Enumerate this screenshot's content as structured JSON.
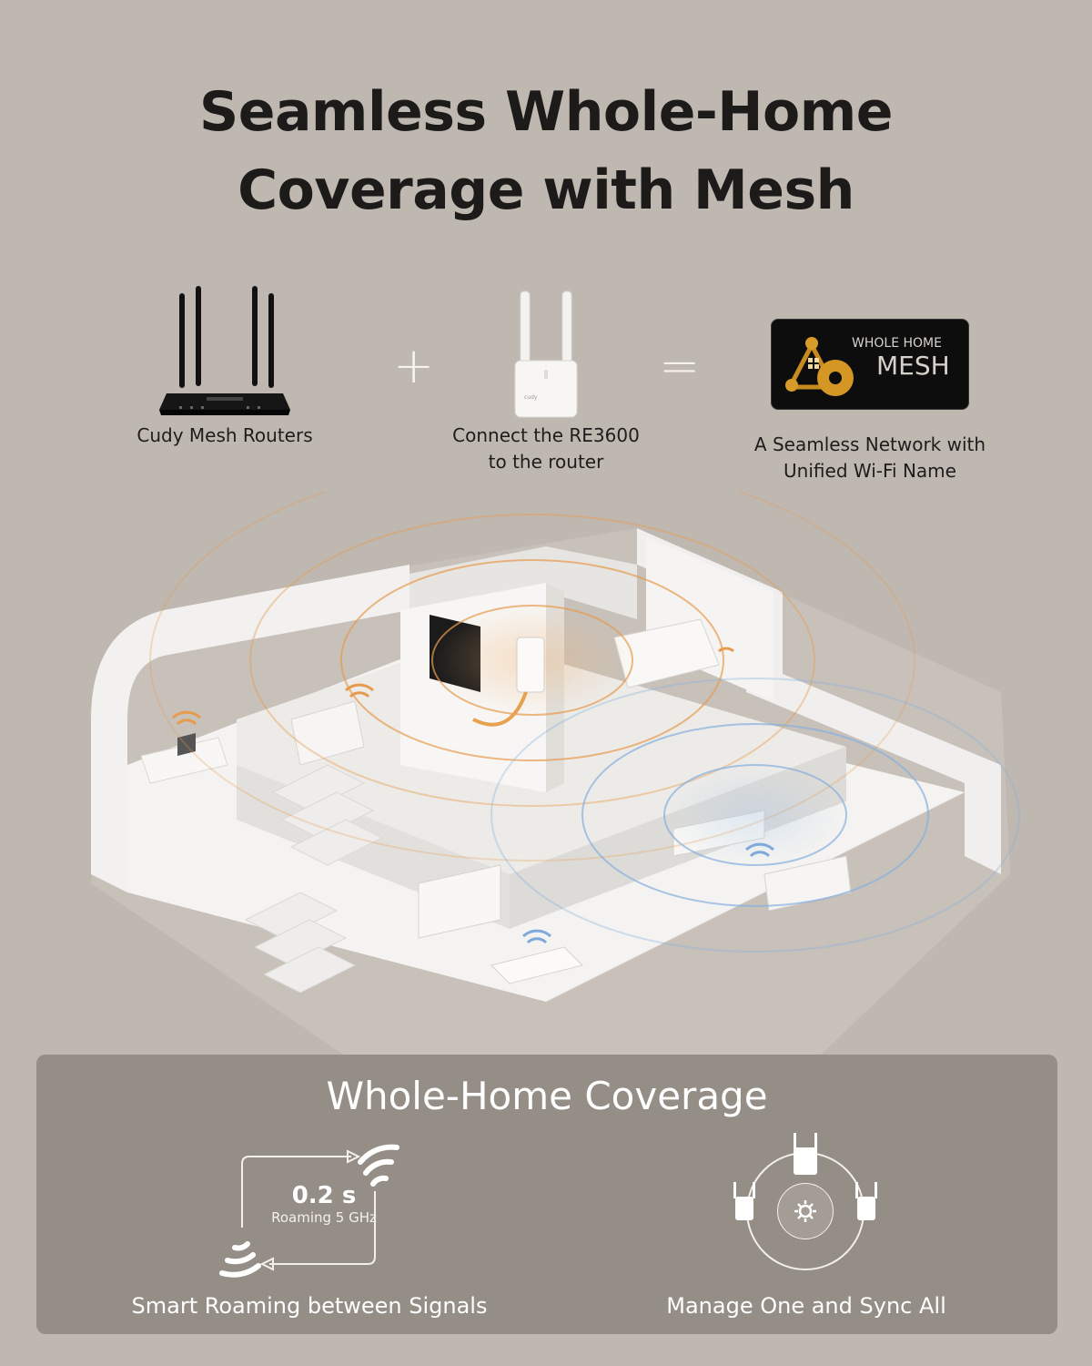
{
  "header": {
    "title_line1": "Seamless Whole-Home",
    "title_line2": "Coverage with Mesh"
  },
  "products": {
    "router_caption": "Cudy Mesh Routers",
    "plus": "+",
    "extender_caption_line1": "Connect the RE3600",
    "extender_caption_line2": "to the router",
    "equals": "=",
    "mesh_badge_line1": "WHOLE HOME",
    "mesh_badge_line2": "MESH",
    "mesh_caption_line1": "A Seamless Network with",
    "mesh_caption_line2": "Unified Wi-Fi Name"
  },
  "panel": {
    "title": "Whole-Home Coverage",
    "roaming_value": "0.2 s",
    "roaming_sub": "Roaming 5 GHz",
    "roaming_caption": "Smart Roaming between Signals",
    "sync_caption": "Manage One and Sync All"
  },
  "colors": {
    "background": "#bfb8b0",
    "panel": "#958e86",
    "orange_signal": "#e8a15a",
    "blue_signal": "#8fb6e0",
    "title_text": "#1c1b1a"
  },
  "icons": [
    "wifi-icon",
    "gear-icon",
    "router-icon",
    "extender-icon",
    "arrow-icon"
  ]
}
